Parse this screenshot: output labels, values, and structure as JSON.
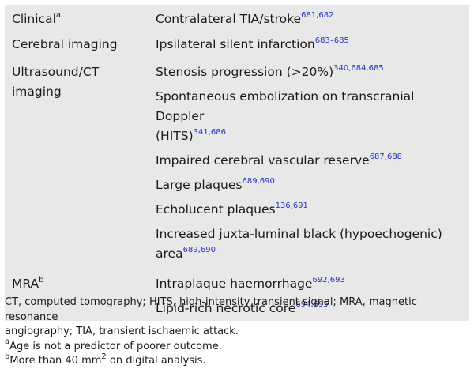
{
  "table": {
    "rows": [
      {
        "label": "Clinical",
        "label_sup": "a",
        "items": [
          {
            "text": "Contralateral TIA/stroke",
            "ref": "681,682"
          }
        ]
      },
      {
        "label": "Cerebral imaging",
        "label_sup": "",
        "items": [
          {
            "text": "Ipsilateral silent infarction",
            "ref": "683–685"
          }
        ]
      },
      {
        "label_line1": "Ultrasound/CT",
        "label_line2": "imaging",
        "items": [
          {
            "text": "Stenosis progression (>20%)",
            "ref": "340,684,685"
          },
          {
            "text_line1": "Spontaneous embolization on transcranial Doppler",
            "text_line2": "(HITS)",
            "ref": "341,686"
          },
          {
            "text": "Impaired cerebral vascular reserve",
            "ref": "687,688"
          },
          {
            "text": "Large plaques",
            "ref": "689,690"
          },
          {
            "text": "Echolucent plaques",
            "ref": "136,691"
          },
          {
            "text_line1": "Increased juxta-luminal black (hypoechogenic)",
            "text_line2": "area",
            "ref": "689,690"
          }
        ]
      },
      {
        "label": "MRA",
        "label_sup": "b",
        "items": [
          {
            "text": "Intraplaque haemorrhage",
            "ref": "692,693"
          },
          {
            "text": "Lipid-rich necrotic core",
            "ref": "694,695"
          }
        ]
      }
    ]
  },
  "notes": {
    "abbrev_line1": "CT, computed tomography; HITS, high-intensity transient signal; MRA, magnetic resonance",
    "abbrev_line2": "angiography; TIA, transient ischaemic attack.",
    "a_mark": "a",
    "a_text": "Age is not a predictor of poorer outcome.",
    "b_mark": "b",
    "b_text_pre": "More than 40 mm",
    "b_text_sup": "2",
    "b_text_post": " on digital analysis."
  }
}
